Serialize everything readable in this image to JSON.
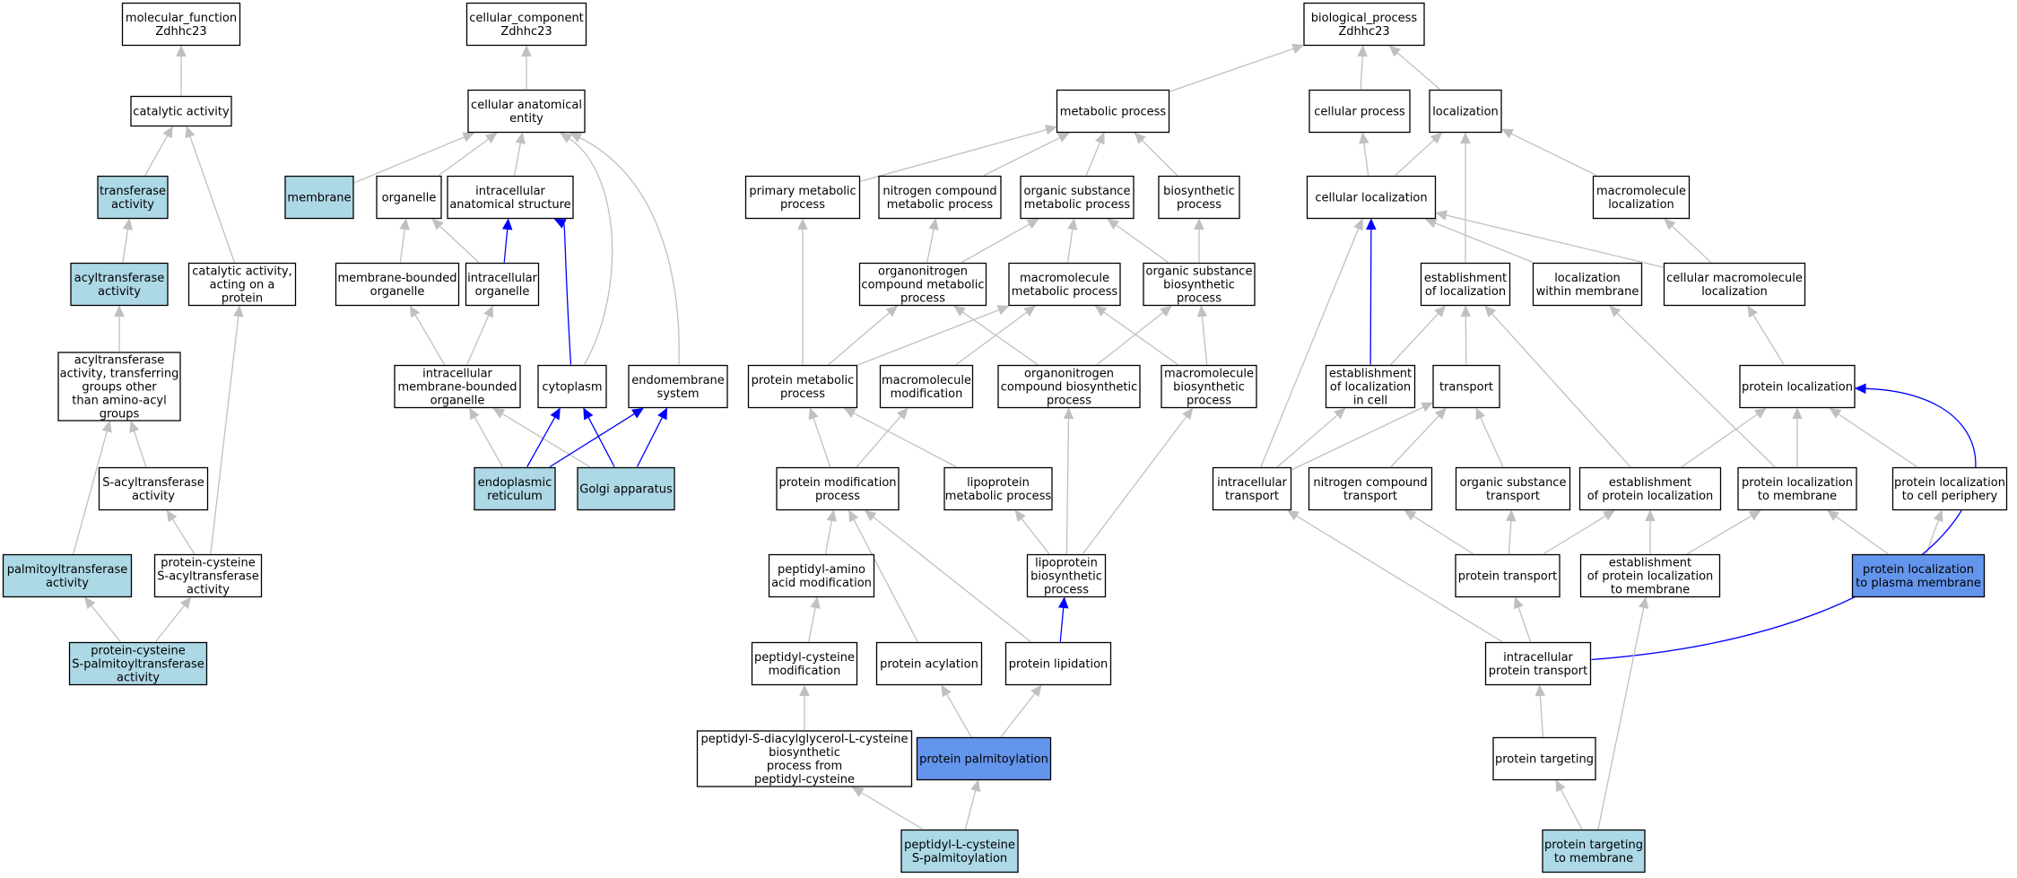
{
  "graph": {
    "colors": {
      "default_fill": "#ffffff",
      "light_fill": "#add8e6",
      "strong_fill": "#6495ed",
      "gray_edge": "#c0c0c0",
      "blue_edge": "#0000ff"
    },
    "nodes": {
      "mf_root": {
        "label": [
          "molecular_function",
          "Zdhhc23"
        ]
      },
      "catalytic": {
        "label": [
          "catalytic activity"
        ]
      },
      "transferase": {
        "label": [
          "transferase",
          "activity"
        ]
      },
      "acyltransferase": {
        "label": [
          "acyltransferase",
          "activity"
        ]
      },
      "catalytic_acting": {
        "label": [
          "catalytic activity,",
          "acting on a",
          "protein"
        ]
      },
      "acyl_other": {
        "label": [
          "acyltransferase",
          "activity, transferring",
          "groups other",
          "than amino-acyl",
          "groups"
        ]
      },
      "s_acyl": {
        "label": [
          "S-acyltransferase",
          "activity"
        ]
      },
      "palmitoyltransferase": {
        "label": [
          "palmitoyltransferase",
          "activity"
        ]
      },
      "prot_cys_sacyl": {
        "label": [
          "protein-cysteine",
          "S-acyltransferase",
          "activity"
        ]
      },
      "prot_cys_spalm": {
        "label": [
          "protein-cysteine",
          "S-palmitoyltransferase",
          "activity"
        ]
      },
      "cc_root": {
        "label": [
          "cellular_component",
          "Zdhhc23"
        ]
      },
      "cae": {
        "label": [
          "cellular anatomical",
          "entity"
        ]
      },
      "membrane": {
        "label": [
          "membrane"
        ]
      },
      "organelle": {
        "label": [
          "organelle"
        ]
      },
      "ias": {
        "label": [
          "intracellular",
          "anatomical structure"
        ]
      },
      "mbo": {
        "label": [
          "membrane-bounded",
          "organelle"
        ]
      },
      "io": {
        "label": [
          "intracellular",
          "organelle"
        ]
      },
      "imbo": {
        "label": [
          "intracellular",
          "membrane-bounded",
          "organelle"
        ]
      },
      "cytoplasm": {
        "label": [
          "cytoplasm"
        ]
      },
      "endomembrane": {
        "label": [
          "endomembrane",
          "system"
        ]
      },
      "er": {
        "label": [
          "endoplasmic",
          "reticulum"
        ]
      },
      "golgi": {
        "label": [
          "Golgi apparatus"
        ]
      },
      "bp_root": {
        "label": [
          "biological_process",
          "Zdhhc23"
        ]
      },
      "metabolic": {
        "label": [
          "metabolic process"
        ]
      },
      "cellular_process": {
        "label": [
          "cellular process"
        ]
      },
      "localization": {
        "label": [
          "localization"
        ]
      },
      "primary_met": {
        "label": [
          "primary metabolic",
          "process"
        ]
      },
      "nitrogen_met": {
        "label": [
          "nitrogen compound",
          "metabolic process"
        ]
      },
      "organic_met": {
        "label": [
          "organic substance",
          "metabolic process"
        ]
      },
      "biosynthetic": {
        "label": [
          "biosynthetic",
          "process"
        ]
      },
      "cell_loc": {
        "label": [
          "cellular localization"
        ]
      },
      "macro_loc": {
        "label": [
          "macromolecule",
          "localization"
        ]
      },
      "orgN_met": {
        "label": [
          "organonitrogen",
          "compound metabolic",
          "process"
        ]
      },
      "macro_met": {
        "label": [
          "macromolecule",
          "metabolic process"
        ]
      },
      "org_biosyn": {
        "label": [
          "organic substance",
          "biosynthetic",
          "process"
        ]
      },
      "est_loc": {
        "label": [
          "establishment",
          "of localization"
        ]
      },
      "loc_within_mem": {
        "label": [
          "localization",
          "within membrane"
        ]
      },
      "cell_macro_loc": {
        "label": [
          "cellular macromolecule",
          "localization"
        ]
      },
      "prot_met": {
        "label": [
          "protein metabolic",
          "process"
        ]
      },
      "macro_mod": {
        "label": [
          "macromolecule",
          "modification"
        ]
      },
      "orgN_biosyn": {
        "label": [
          "organonitrogen",
          "compound biosynthetic",
          "process"
        ]
      },
      "macro_biosyn": {
        "label": [
          "macromolecule",
          "biosynthetic",
          "process"
        ]
      },
      "est_loc_cell": {
        "label": [
          "establishment",
          "of localization",
          "in cell"
        ]
      },
      "transport": {
        "label": [
          "transport"
        ]
      },
      "prot_loc": {
        "label": [
          "protein localization"
        ]
      },
      "prot_mod": {
        "label": [
          "protein modification",
          "process"
        ]
      },
      "lipo_met": {
        "label": [
          "lipoprotein",
          "metabolic process"
        ]
      },
      "ic_transport": {
        "label": [
          "intracellular",
          "transport"
        ]
      },
      "nitrogen_transport": {
        "label": [
          "nitrogen compound",
          "transport"
        ]
      },
      "org_transport": {
        "label": [
          "organic substance",
          "transport"
        ]
      },
      "est_prot_loc": {
        "label": [
          "establishment",
          "of protein localization"
        ]
      },
      "prot_loc_mem": {
        "label": [
          "protein localization",
          "to membrane"
        ]
      },
      "prot_loc_periph": {
        "label": [
          "protein localization",
          "to cell periphery"
        ]
      },
      "peptidyl_aa": {
        "label": [
          "peptidyl-amino",
          "acid modification"
        ]
      },
      "lipo_biosyn": {
        "label": [
          "lipoprotein",
          "biosynthetic",
          "process"
        ]
      },
      "prot_transport": {
        "label": [
          "protein transport"
        ]
      },
      "est_prot_loc_mem": {
        "label": [
          "establishment",
          "of protein localization",
          "to membrane"
        ]
      },
      "prot_loc_pm": {
        "label": [
          "protein localization",
          "to plasma membrane"
        ]
      },
      "peptidyl_cys": {
        "label": [
          "peptidyl-cysteine",
          "modification"
        ]
      },
      "prot_acyl": {
        "label": [
          "protein acylation"
        ]
      },
      "prot_lipid": {
        "label": [
          "protein lipidation"
        ]
      },
      "ic_prot_transport": {
        "label": [
          "intracellular",
          "protein transport"
        ]
      },
      "pep_sdiacyl": {
        "label": [
          "peptidyl-S-diacylglycerol-L-cysteine",
          "biosynthetic",
          "process from",
          "peptidyl-cysteine"
        ]
      },
      "prot_palm": {
        "label": [
          "protein palmitoylation"
        ]
      },
      "prot_targeting": {
        "label": [
          "protein targeting"
        ]
      },
      "pep_lcys_spalm": {
        "label": [
          "peptidyl-L-cysteine",
          "S-palmitoylation"
        ]
      },
      "prot_target_mem": {
        "label": [
          "protein targeting",
          "to membrane"
        ]
      }
    }
  }
}
